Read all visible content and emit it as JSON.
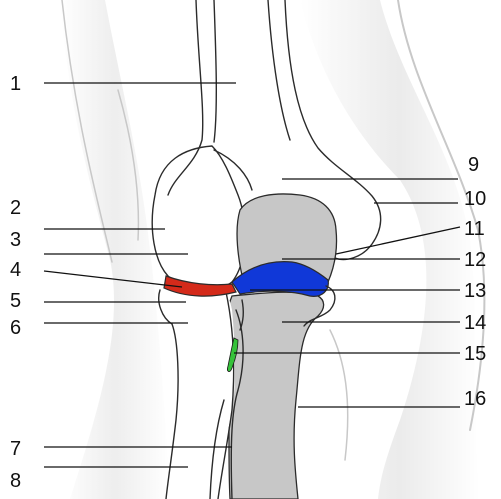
{
  "labels": {
    "l1": "1",
    "l2": "2",
    "l3": "3",
    "l4": "4",
    "l5": "5",
    "l6": "6",
    "l7": "7",
    "l8": "8",
    "l9": "9",
    "l10": "10",
    "l11": "11",
    "l12": "12",
    "l13": "13",
    "l14": "14",
    "l15": "15",
    "l16": "16"
  },
  "colors": {
    "meniscus_left": "#d42a1a",
    "meniscus_right": "#1038d8",
    "ligament": "#35c23a",
    "bone_grey": "#c7c7c7",
    "skin_shadow": "#e7e7e7"
  }
}
